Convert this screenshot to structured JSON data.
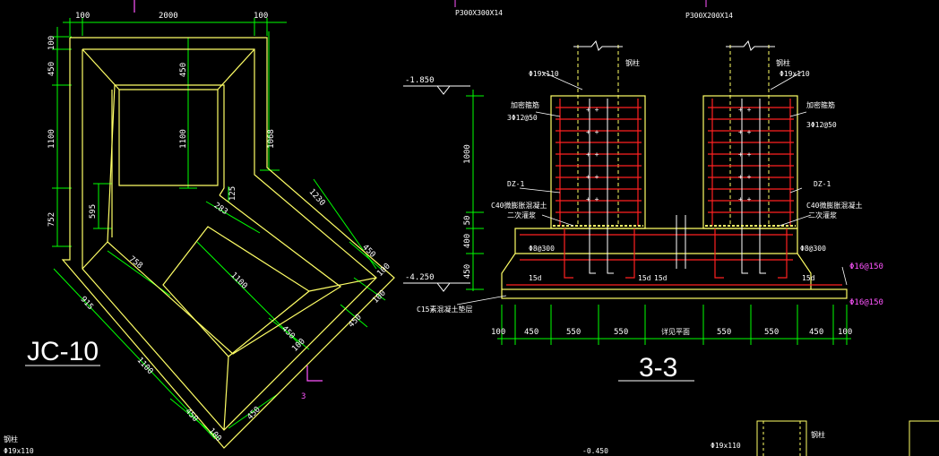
{
  "plan": {
    "title": "JC-10",
    "section_mark": "3",
    "top_dims": [
      "100",
      "2000",
      "100"
    ],
    "left_dims": [
      "100",
      "450",
      "1100",
      "752",
      "915"
    ],
    "inner_dims": [
      "450",
      "1100",
      "125",
      "595",
      "1068",
      "283",
      "758",
      "1230",
      "1100"
    ],
    "right_dims": [
      "450",
      "100",
      "100",
      "450",
      "450",
      "100"
    ],
    "bottom_dims": [
      "1100",
      "450",
      "100",
      "450"
    ],
    "bottom_note": "Φ19x110",
    "bottom_note2": "钢柱"
  },
  "section": {
    "title": "3-3",
    "top_label_1": "P300X300X14",
    "top_label_2": "P300X200X14",
    "col_label": "钢柱",
    "rebar_top": "Φ19x110",
    "hoop_label": "加密箍筋",
    "hoop_spec": "3Φ12@50",
    "dz_label": "DZ-1",
    "grout_label_1": "C40微膨胀混凝土",
    "grout_label_2": "二次灌浆",
    "anchor_label": "Φ8@300",
    "anchor_len": "15d",
    "elev_top": "-1.850",
    "elev_bot": "-4.250",
    "cushion_label": "C15素混凝土垫层",
    "rebar_right_1": "Φ16@150",
    "rebar_right_2": "Φ16@150",
    "vert_dims": [
      "1000",
      "50",
      "400",
      "450"
    ],
    "bottom_dims": [
      "100",
      "450",
      "550",
      "550",
      "详见平面",
      "550",
      "550",
      "450",
      "100"
    ],
    "bottom_elev": "-0.450",
    "bottom_note": "Φ19x110",
    "bottom_col": "钢柱"
  },
  "colors": {
    "outline": "#ffff66",
    "dimension": "#00ff00",
    "rebar": "#ff2020",
    "section_line": "#ff55ff",
    "steel": "#ffffff"
  }
}
